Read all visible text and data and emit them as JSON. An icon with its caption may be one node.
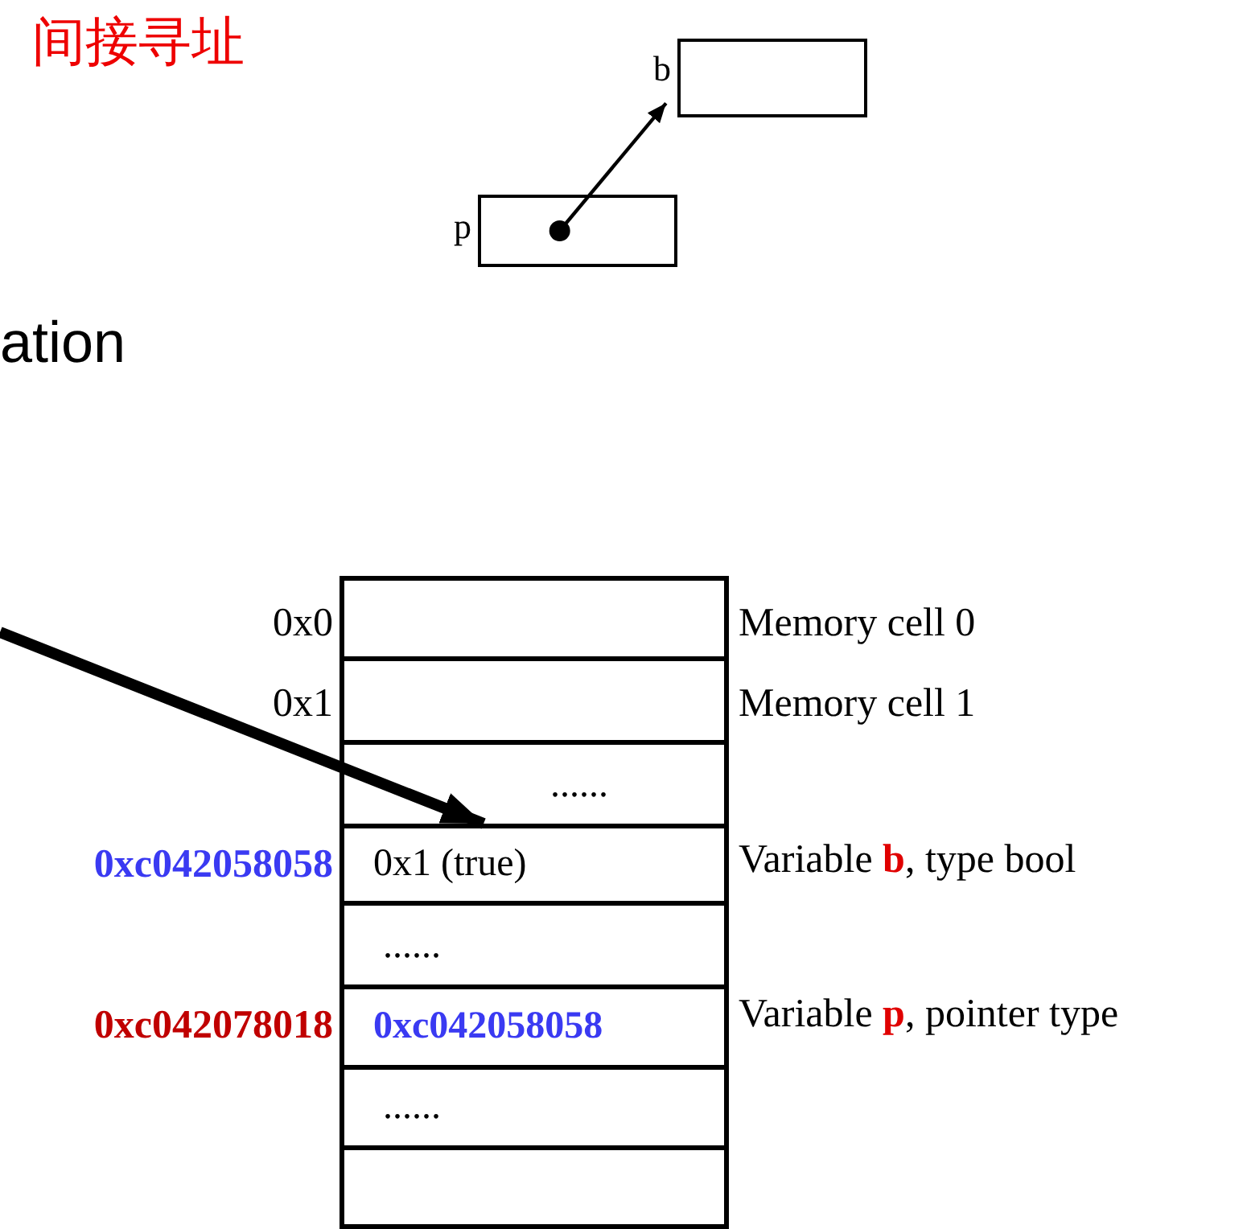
{
  "diagram": {
    "title": "间接寻址",
    "nodes": [
      {
        "text": [],
        "shape": "box",
        "beside": [
          "b"
        ]
      },
      {
        "text": [],
        "shape": "box",
        "beside": [
          "p"
        ]
      },
      {
        "text": [],
        "shape": "box",
        "beside": [
          "0x0",
          "Memory cell 0"
        ]
      },
      {
        "text": [],
        "shape": "box",
        "beside": [
          "0x1",
          "Memory cell 1"
        ]
      },
      {
        "text": [
          "......"
        ]
      },
      {
        "text": [
          "0x1 (true)"
        ],
        "beside": [
          "0xc042058058",
          "Variable **b**, type bool"
        ]
      },
      {
        "text": [
          "......"
        ]
      },
      {
        "text": [
          "0xc042058058"
        ],
        "beside": [
          "0xc042078018",
          "Variable **p**, pointer type"
        ]
      },
      {
        "text": [
          "......"
        ]
      },
      {
        "text": [],
        "shape": "box"
      }
    ],
    "edges": [
      {
        "from": 1,
        "to": 0,
        "arrow": "to"
      },
      {
        "from": null,
        "to": 5,
        "arrow": "to",
        "style": "thick"
      }
    ],
    "labels": [
      "ation"
    ]
  }
}
